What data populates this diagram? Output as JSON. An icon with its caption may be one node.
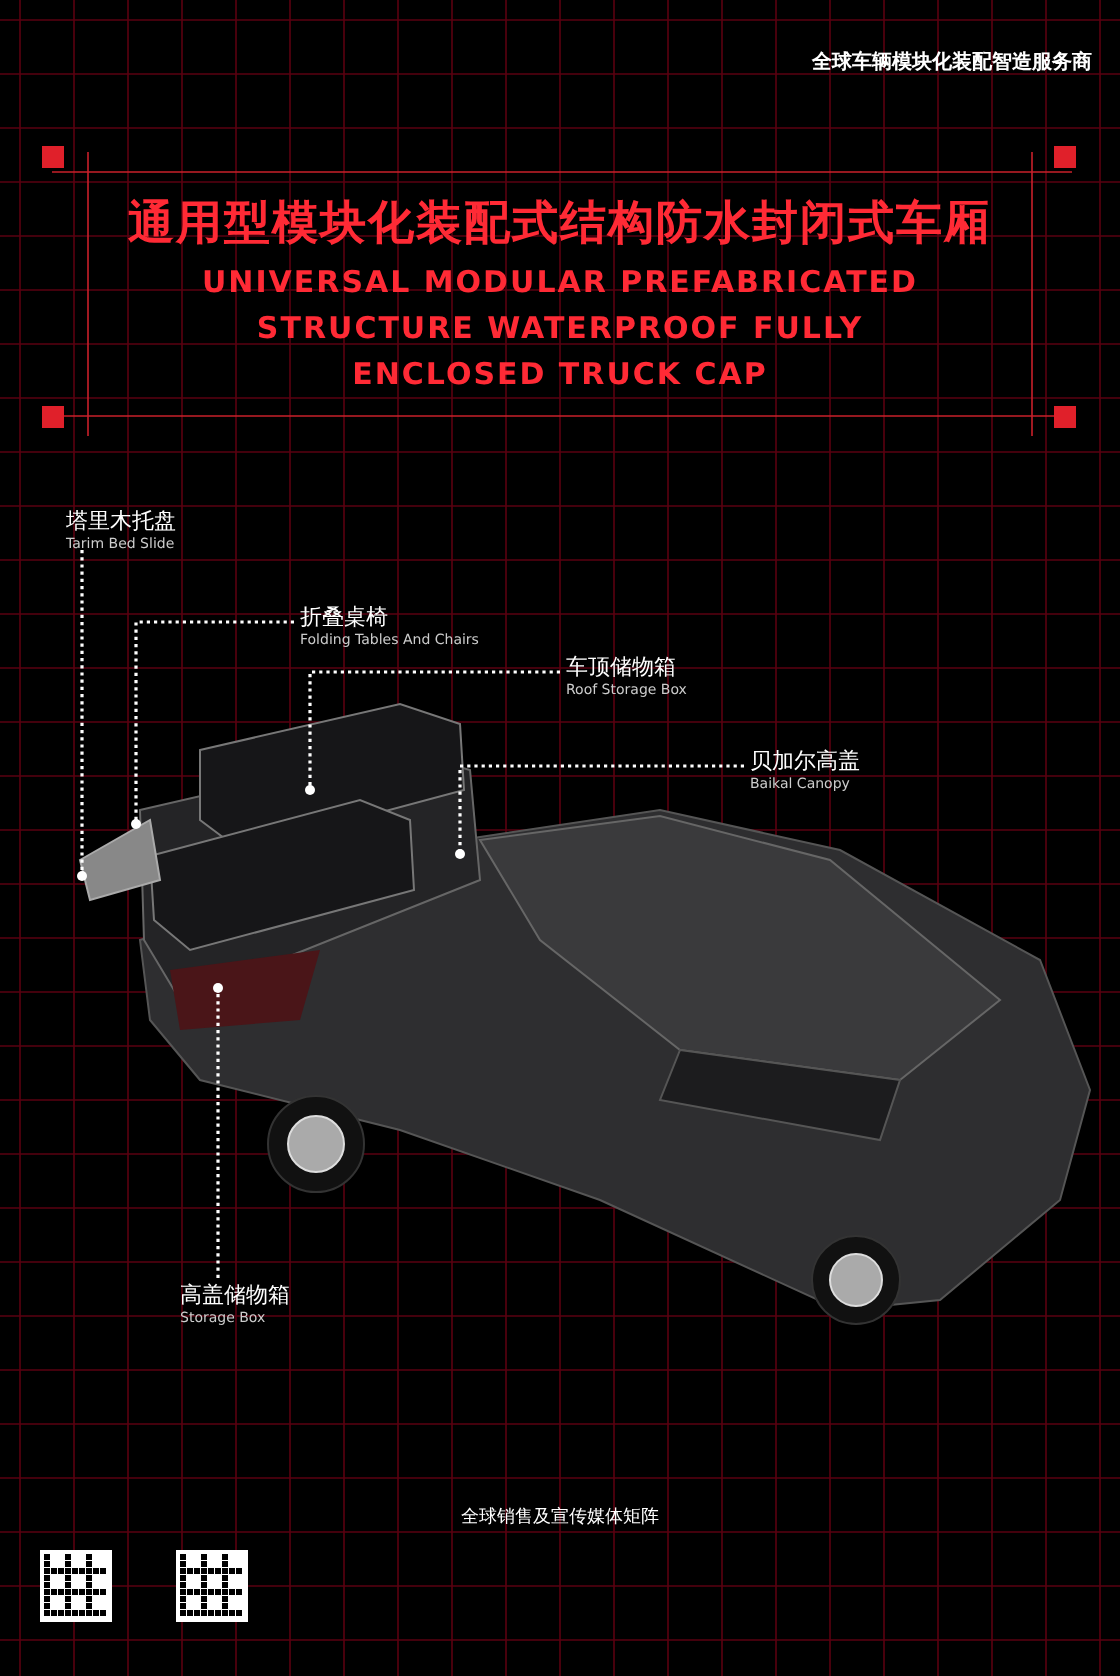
{
  "diagram": {
    "title": "通用型模块化装配式结构防水封闭式车厢",
    "caption": "UNIVERSAL MODULAR PREFABRICATED STRUCTURE WATERPROOF FULLY ENCLOSED TRUCK CAP",
    "nodes": [
      {
        "text": [
          "塔里木托盘",
          "Tarim Bed Slide"
        ]
      },
      {
        "text": [
          "折叠桌椅",
          "Folding Tables And Chairs"
        ]
      },
      {
        "text": [
          "车顶储物箱",
          "Roof Storage Box"
        ]
      },
      {
        "text": [
          "贝加尔高盖",
          "Baikal Canopy"
        ]
      },
      {
        "text": [
          "高盖储物箱",
          "Storage Box"
        ]
      }
    ],
    "edges": [
      {
        "from": 0,
        "to": null,
        "arrow": "other",
        "style": "dashed"
      },
      {
        "from": 1,
        "to": null,
        "arrow": "other",
        "style": "dashed"
      },
      {
        "from": 2,
        "to": null,
        "arrow": "other",
        "style": "dashed"
      },
      {
        "from": 3,
        "to": null,
        "arrow": "other",
        "style": "dashed"
      },
      {
        "from": 4,
        "to": null,
        "arrow": "other",
        "style": "dashed"
      }
    ],
    "labels": [
      "全球车辆模块化装配智造服务商",
      "全球销售及宣传媒体矩阵"
    ]
  }
}
